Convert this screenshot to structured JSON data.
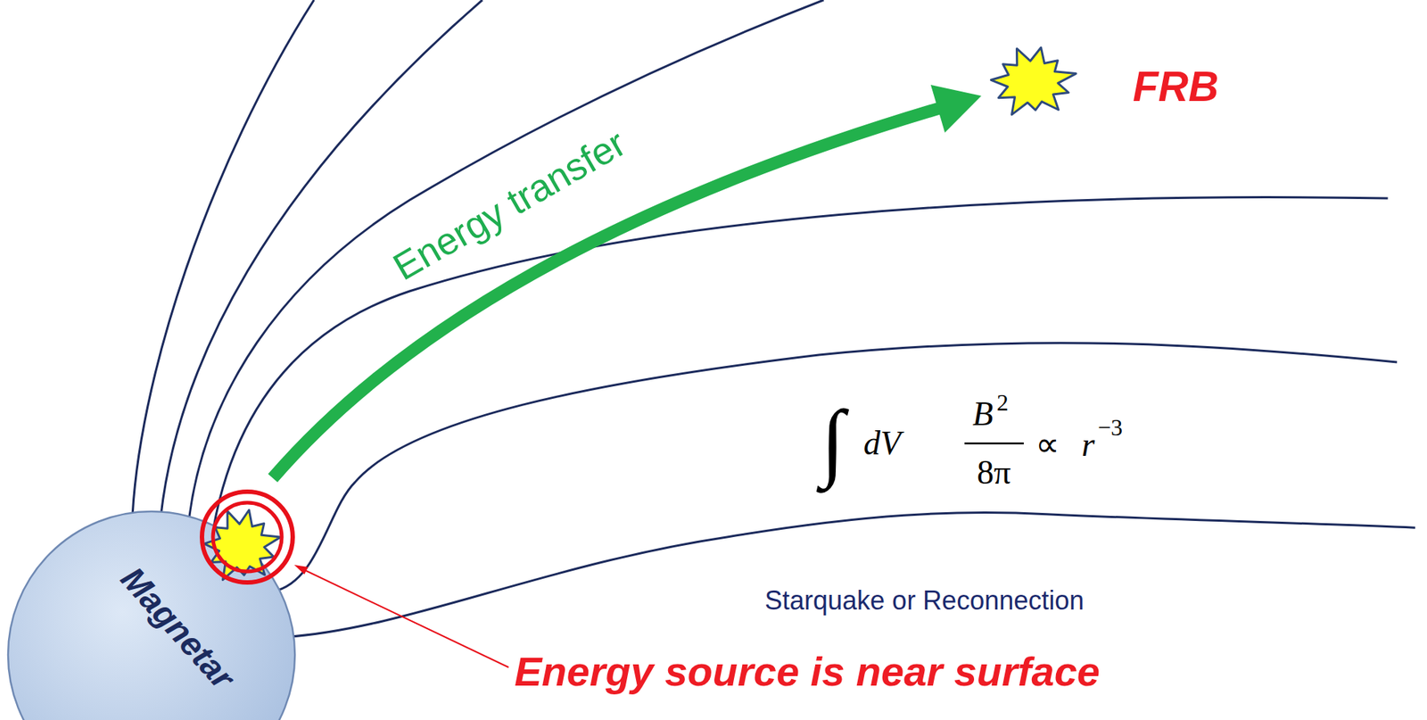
{
  "diagram": {
    "nodes": [
      {
        "text": [
          "Magnetar"
        ]
      },
      {
        "text": [
          "FRB"
        ]
      }
    ],
    "edges": [
      {
        "from": 0,
        "to": 1,
        "arrow": "to",
        "label": "Energy transfer"
      }
    ],
    "labels": [
      "∫",
      "dV",
      "B",
      "2",
      "8π",
      "∝",
      "r",
      "−3",
      "Starquake or Reconnection",
      "Energy source is near surface"
    ]
  }
}
